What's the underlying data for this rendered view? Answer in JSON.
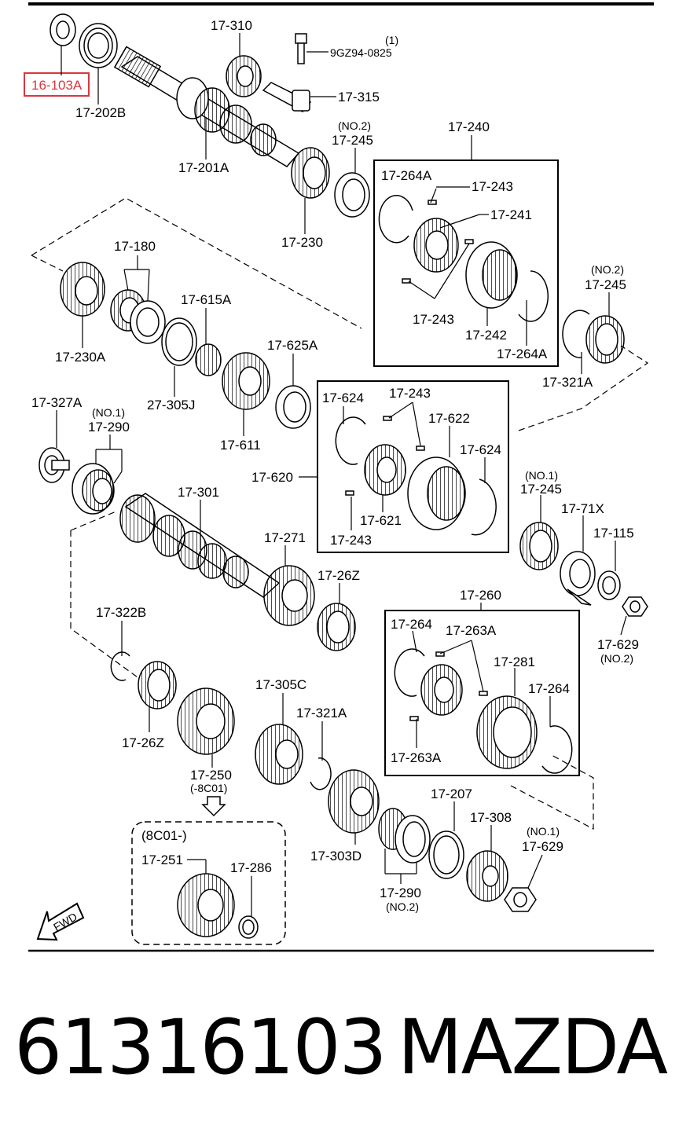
{
  "labels": {
    "l_16_103a": "16-103A",
    "l_17_202b": "17-202B",
    "l_17_310": "17-310",
    "l_no1_top": "(1)",
    "l_9gz": "9GZ94-0825",
    "l_17_315": "17-315",
    "l_17_201a": "17-201A",
    "l_no2_a": "(NO.2)",
    "l_17_245_a": "17-245",
    "l_17_230": "17-230",
    "l_17_240": "17-240",
    "l_17_264a_a": "17-264A",
    "l_17_243_a": "17-243",
    "l_17_241": "17-241",
    "l_17_243_b": "17-243",
    "l_17_242": "17-242",
    "l_17_264a_b": "17-264A",
    "l_no2_b": "(NO.2)",
    "l_17_245_b": "17-245",
    "l_17_321a_a": "17-321A",
    "l_17_180": "17-180",
    "l_17_230a": "17-230A",
    "l_17_615a": "17-615A",
    "l_27_305j": "27-305J",
    "l_17_625a": "17-625A",
    "l_17_611": "17-611",
    "l_17_327a": "17-327A",
    "l_no1_a": "(NO.1)",
    "l_17_290_a": "17-290",
    "l_17_624_a": "17-624",
    "l_17_243_c": "17-243",
    "l_17_622": "17-622",
    "l_17_624_b": "17-624",
    "l_17_620": "17-620",
    "l_17_621": "17-621",
    "l_17_243_d": "17-243",
    "l_no1_b": "(NO.1)",
    "l_17_245_c": "17-245",
    "l_17_71x": "17-71X",
    "l_17_115": "17-115",
    "l_17_301": "17-301",
    "l_17_271": "17-271",
    "l_17_26z_a": "17-26Z",
    "l_17_260": "17-260",
    "l_17_264_a": "17-264",
    "l_17_263a_a": "17-263A",
    "l_17_281": "17-281",
    "l_17_264_b": "17-264",
    "l_17_263a_b": "17-263A",
    "l_17_629_a": "17-629",
    "l_no2_c": "(NO.2)",
    "l_17_322b": "17-322B",
    "l_17_26z_b": "17-26Z",
    "l_17_305c": "17-305C",
    "l_17_321a_b": "17-321A",
    "l_17_250": "17-250",
    "l_8c01_minus": "(-8C01)",
    "l_8c01_box": "(8C01-)",
    "l_17_251": "17-251",
    "l_17_286": "17-286",
    "l_17_303d": "17-303D",
    "l_17_207": "17-207",
    "l_17_308": "17-308",
    "l_no1_c": "(NO.1)",
    "l_17_629_b": "17-629",
    "l_17_290_b": "17-290",
    "l_no2_d": "(NO.2)",
    "l_fwd": "FWD"
  },
  "footer": {
    "part_number": "61316103",
    "brand": "MAZDA"
  },
  "colors": {
    "highlight": "#d8383f",
    "ink": "#000000"
  }
}
